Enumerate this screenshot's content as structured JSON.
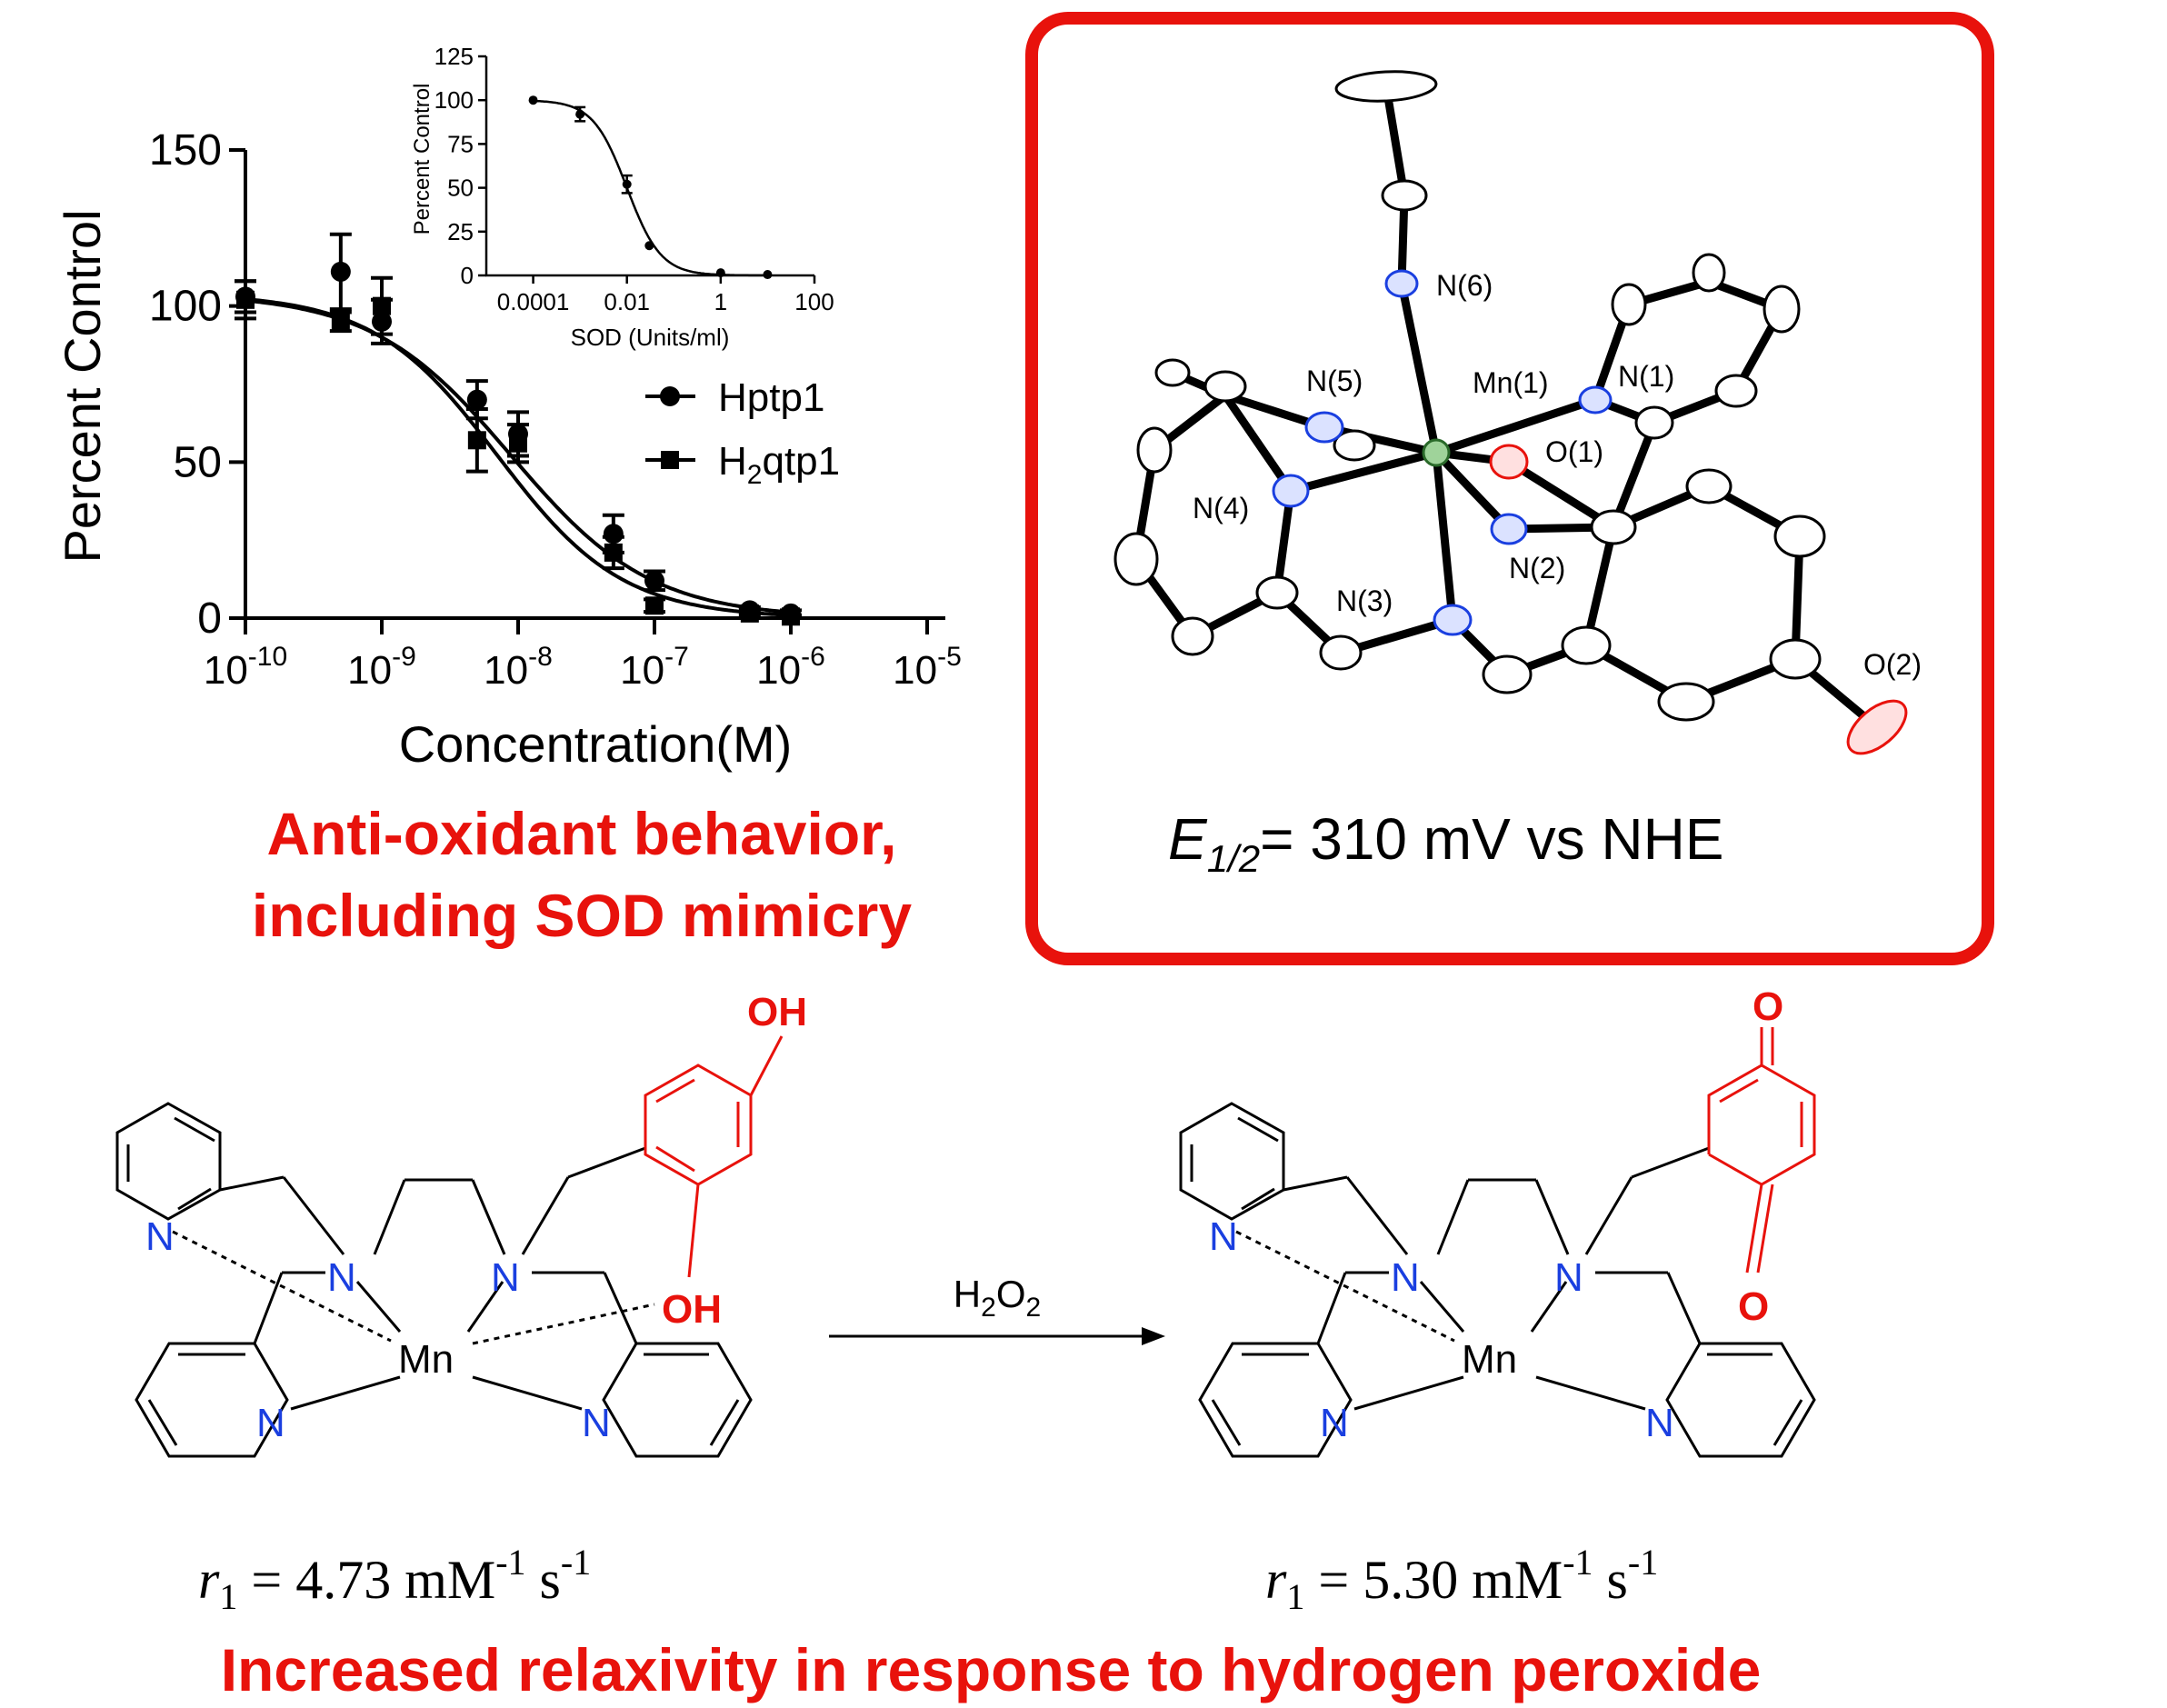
{
  "colors": {
    "accent_red": "#e8120c",
    "nitrogen_blue": "#1a3fe0",
    "ink": "#000000"
  },
  "chart_data": [
    {
      "type": "line",
      "xscale": "log",
      "xlabel": "Concentration(M)",
      "ylabel": "Percent Control",
      "xlim": [
        1e-10,
        1e-05
      ],
      "ylim": [
        0,
        150
      ],
      "x_ticks": [
        "10-10",
        "10-9",
        "10-8",
        "10-7",
        "10-6",
        "10-5"
      ],
      "y_ticks": [
        0,
        50,
        100,
        150
      ],
      "legend_position": "right",
      "series": [
        {
          "name": "Hptp1",
          "marker": "circle",
          "points": [
            {
              "x": 1e-10,
              "y": 103,
              "err": 5
            },
            {
              "x": 5e-10,
              "y": 111,
              "err": 12
            },
            {
              "x": 1e-09,
              "y": 95,
              "err": 7
            },
            {
              "x": 5e-09,
              "y": 70,
              "err": 6
            },
            {
              "x": 1e-08,
              "y": 59,
              "err": 7
            },
            {
              "x": 5e-08,
              "y": 27,
              "err": 6
            },
            {
              "x": 1e-07,
              "y": 12,
              "err": 3
            },
            {
              "x": 5e-07,
              "y": 2.5,
              "err": 1
            },
            {
              "x": 1e-06,
              "y": 1.5,
              "err": 1
            }
          ],
          "fit": {
            "top": 104,
            "bottom": 0,
            "log_ec50": -8.05,
            "hill": 0.85
          }
        },
        {
          "name": "H2qtp1",
          "marker": "square",
          "points": [
            {
              "x": 1e-10,
              "y": 102,
              "err": 6
            },
            {
              "x": 5e-10,
              "y": 95,
              "err": 3
            },
            {
              "x": 1e-09,
              "y": 100,
              "err": 9
            },
            {
              "x": 5e-09,
              "y": 57,
              "err": 10
            },
            {
              "x": 1e-08,
              "y": 56,
              "err": 6
            },
            {
              "x": 5e-08,
              "y": 21,
              "err": 5
            },
            {
              "x": 1e-07,
              "y": 4,
              "err": 2
            },
            {
              "x": 5e-07,
              "y": 1.5,
              "err": 1
            },
            {
              "x": 1e-06,
              "y": 0.5,
              "err": 0.5
            }
          ],
          "fit": {
            "top": 104,
            "bottom": 0,
            "log_ec50": -8.15,
            "hill": 0.95
          }
        }
      ]
    },
    {
      "type": "line",
      "xscale": "log",
      "xlabel": "SOD (Units/ml)",
      "ylabel": "Percent Control",
      "xlim": [
        1e-05,
        100
      ],
      "ylim": [
        0,
        125
      ],
      "x_ticks": [
        "0.0001",
        "0.01",
        "1",
        "100"
      ],
      "y_ticks": [
        0,
        25,
        50,
        75,
        100,
        125
      ],
      "series": [
        {
          "points": [
            {
              "x": 0.0001,
              "y": 100,
              "err": 1
            },
            {
              "x": 0.001,
              "y": 92,
              "err": 4
            },
            {
              "x": 0.01,
              "y": 52,
              "err": 5
            },
            {
              "x": 0.03,
              "y": 17,
              "err": 1
            },
            {
              "x": 1,
              "y": 1.5,
              "err": 0.5
            },
            {
              "x": 10,
              "y": 0.5,
              "err": 0.3
            }
          ],
          "fit": {
            "top": 100,
            "bottom": 0,
            "log_ec50": -2.0,
            "hill": 1.2
          }
        }
      ]
    }
  ],
  "captions": {
    "antioxidant_line1": "Anti-oxidant behavior,",
    "antioxidant_line2": "including SOD mimicry",
    "bottom": "Increased relaxivity in response to hydrogen peroxide"
  },
  "crystal": {
    "atom_labels": [
      "N(6)",
      "N(5)",
      "Mn(1)",
      "N(1)",
      "O(1)",
      "N(4)",
      "N(2)",
      "N(3)",
      "O(2)"
    ],
    "potential_symbol": "E",
    "potential_subscript": "1/2",
    "potential_value": "= 310 mV vs NHE"
  },
  "scheme": {
    "reagent": "H2O2",
    "left": {
      "relaxivity_label": "r1 = 4.73 mM-1 s-1"
    },
    "right": {
      "relaxivity_label": "r1 = 5.30 mM-1 s-1"
    }
  }
}
